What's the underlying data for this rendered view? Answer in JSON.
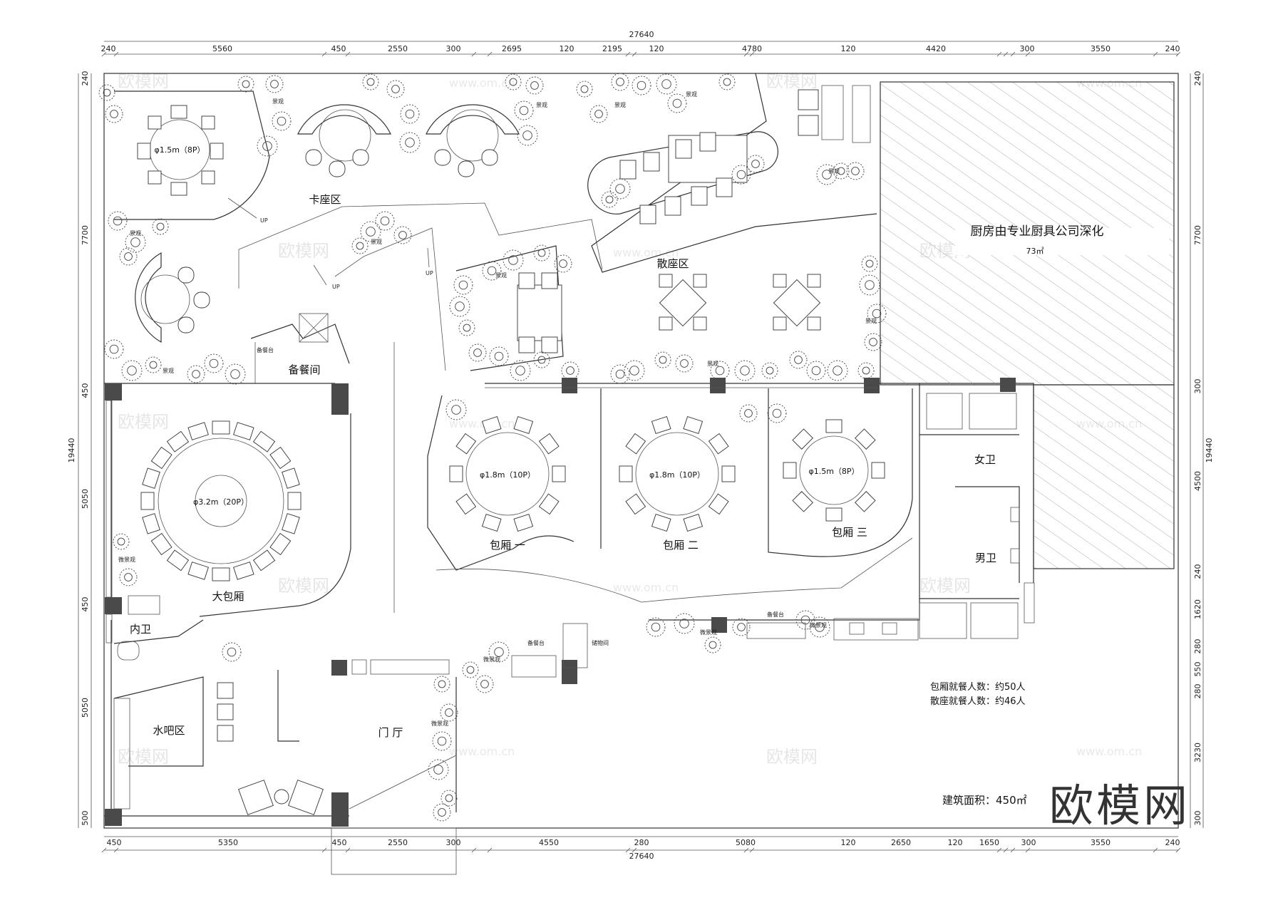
{
  "overall_dimension_top": "27640",
  "overall_dimension_bottom": "27640",
  "overall_dimension_left": "19440",
  "overall_dimension_right": "19440",
  "top_dimensions": [
    "240",
    "5560",
    "450",
    "2550",
    "300",
    "2695",
    "120",
    "2195",
    "120",
    "4780",
    "120",
    "4420",
    "300",
    "3550",
    "240"
  ],
  "bottom_dimensions": [
    "450",
    "5350",
    "450",
    "2550",
    "300",
    "4550",
    "280",
    "5080",
    "120",
    "2650",
    "120",
    "1650",
    "300",
    "3550",
    "240"
  ],
  "left_dimensions": [
    "240",
    "7700",
    "450",
    "5050",
    "450",
    "5050",
    "500"
  ],
  "right_dimensions": [
    "240",
    "7700",
    "300",
    "4500",
    "240",
    "1620",
    "280",
    "550",
    "280",
    "3230",
    "300"
  ],
  "rooms": {
    "booth_area": "卡座区",
    "scatter_area": "散座区",
    "kitchen": "厨房由专业厨具公司深化",
    "kitchen_area": "73㎡",
    "prep_room": "备餐间",
    "prep_counter": "备餐台",
    "grand_room": "大包厢",
    "room_one": "包厢 一",
    "room_two": "包厢 二",
    "room_three": "包厢 三",
    "female_wc": "女卫",
    "male_wc": "男卫",
    "inner_wc": "内卫",
    "water_bar": "水吧区",
    "lobby": "门 厅",
    "storage": "储物间",
    "landscape": "景观",
    "micro_landscape": "微景观"
  },
  "tables": {
    "t15_8p": "φ1.5m（8P）",
    "t32_20p": "φ3.2m（20P）",
    "t18_10p_a": "φ1.8m（10P）",
    "t18_10p_b": "φ1.8m（10P）",
    "t15_8p_b": "φ1.5m（8P）"
  },
  "stairs": {
    "up": "UP"
  },
  "stats": {
    "private_rooms": "包厢就餐人数：约50人",
    "open_seating": "散座就餐人数：约46人",
    "building_area": "建筑面积：450㎡"
  },
  "watermark": {
    "brand": "欧模网",
    "url": "www.om.cn"
  },
  "colors": {
    "line": "#333333",
    "column": "#4a4a4a",
    "watermark": "#e6e6e6"
  }
}
